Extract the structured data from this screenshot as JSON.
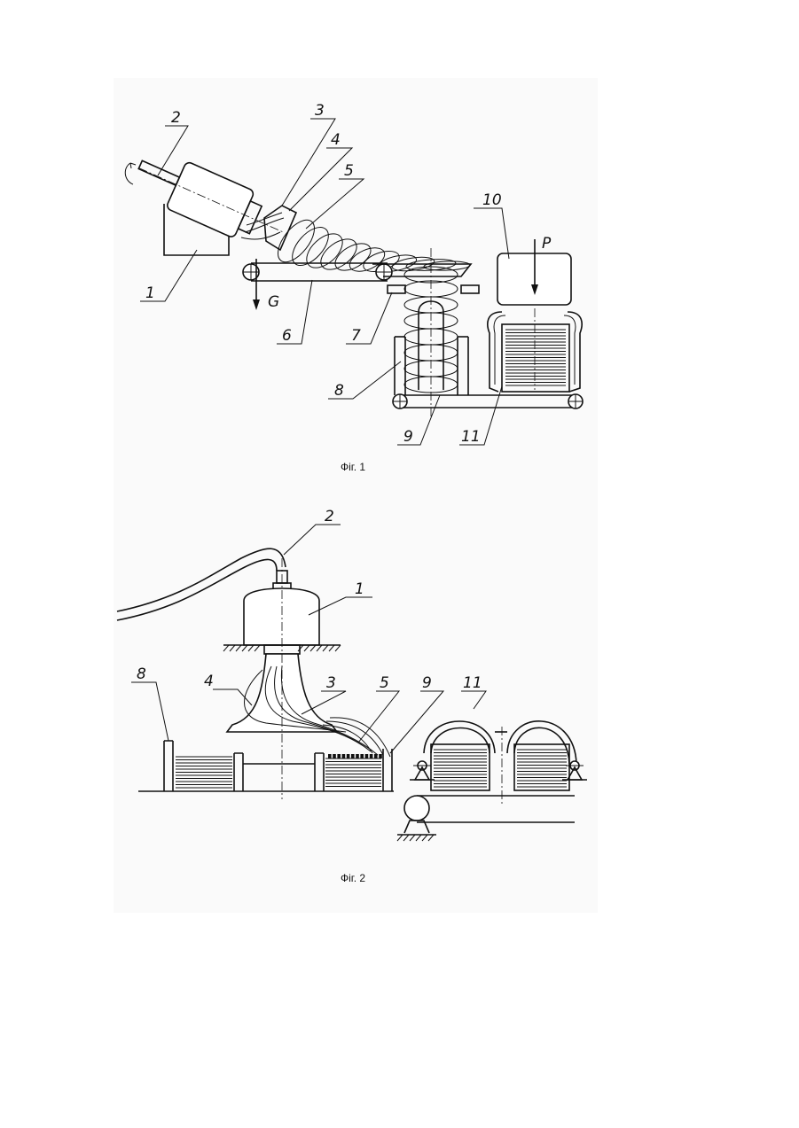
{
  "figures": [
    {
      "caption": "Фіг. 1",
      "callouts": [
        "1",
        "2",
        "3",
        "4",
        "5",
        "6",
        "7",
        "8",
        "9",
        "10",
        "11"
      ],
      "symbols": {
        "force_g": "G",
        "force_p": "P"
      }
    },
    {
      "caption": "Фіг. 2",
      "callouts": [
        "1",
        "2",
        "3",
        "4",
        "5",
        "8",
        "9",
        "11"
      ]
    }
  ]
}
